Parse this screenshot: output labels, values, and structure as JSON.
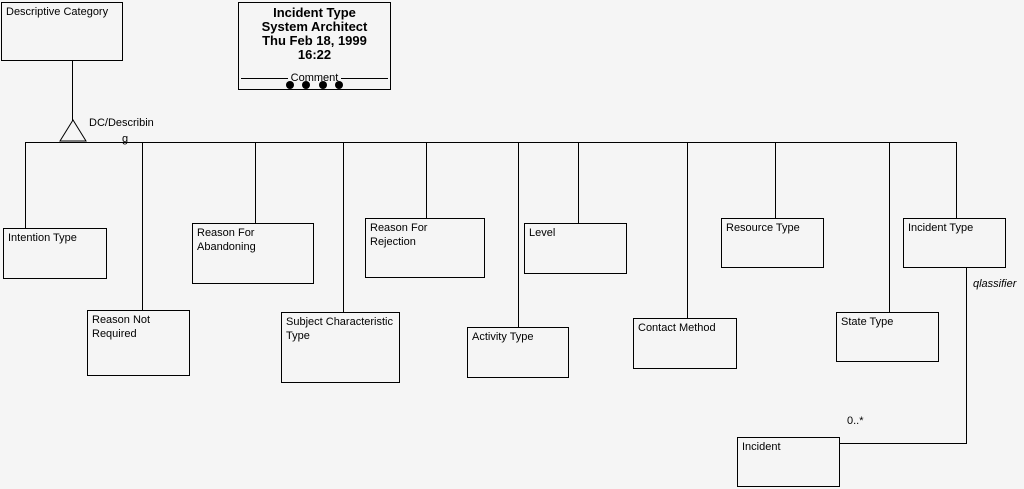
{
  "colors": {
    "background": "#f5f5f5",
    "line": "#000000",
    "text": "#000000"
  },
  "title_block": {
    "lines": [
      "Incident Type",
      "System Architect",
      "Thu Feb 18, 1999",
      "16:22"
    ],
    "comment_label": "Comment"
  },
  "root": {
    "label": "Descriptive Category"
  },
  "hierarchy_label": {
    "line1": "DC/Describin",
    "line2": "g"
  },
  "entities": [
    {
      "label": "Intention Type"
    },
    {
      "label": "Reason Not Required"
    },
    {
      "label": "Reason For Abandoning"
    },
    {
      "label": "Subject Characteristic Type"
    },
    {
      "label": "Reason For Rejection"
    },
    {
      "label": "Activity Type"
    },
    {
      "label": "Level"
    },
    {
      "label": "Contact Method"
    },
    {
      "label": "Resource Type"
    },
    {
      "label": "State Type"
    },
    {
      "label": "Incident Type"
    },
    {
      "label": "Incident"
    }
  ],
  "association": {
    "cardinality": "0..*",
    "role_label": "qlassifier"
  }
}
